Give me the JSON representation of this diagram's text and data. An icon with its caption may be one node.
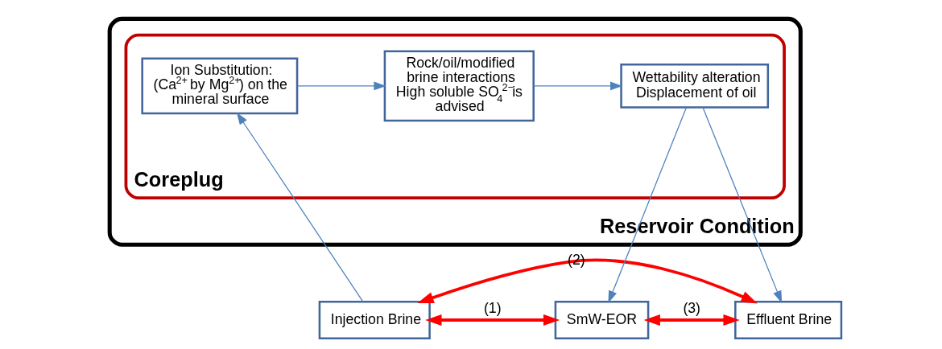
{
  "diagram": {
    "nodes": [
      {
        "text": [
          "Reservoir Condition"
        ]
      },
      {
        "text": [
          "Coreplug"
        ],
        "in": 0
      },
      {
        "text": [
          "Ion Substitution: (Ca$^{2+}$ by Mg$^{2+}$) on the mineral surface"
        ],
        "in": 1
      },
      {
        "text": [
          "Rock/oil/modified brine interactions High soluble SO$_{4}$$^{2−}$is advised"
        ],
        "in": 1
      },
      {
        "text": [
          "Wettability alteration Displacement of oil"
        ],
        "in": 1
      },
      {
        "text": [
          "Injection Brine"
        ]
      },
      {
        "text": [
          "SmW-EOR"
        ]
      },
      {
        "text": [
          "Effluent Brine"
        ]
      }
    ],
    "edges": [
      {
        "from": 5,
        "to": 2,
        "arrow": "to"
      },
      {
        "from": 2,
        "to": 3,
        "arrow": "to"
      },
      {
        "from": 3,
        "to": 4,
        "arrow": "to"
      },
      {
        "from": 4,
        "to": 6,
        "arrow": "to"
      },
      {
        "from": 4,
        "to": 7,
        "arrow": "to"
      },
      {
        "from": 5,
        "to": 6,
        "arrow": "both",
        "label": "(1)",
        "style": "thick",
        "color": "#ff0000"
      },
      {
        "from": 5,
        "to": 7,
        "arrow": "both",
        "label": "(2)",
        "style": "thick",
        "color": "#ff0000"
      },
      {
        "from": 6,
        "to": 7,
        "arrow": "both",
        "label": "(3)",
        "style": "thick",
        "color": "#ff0000"
      }
    ]
  }
}
